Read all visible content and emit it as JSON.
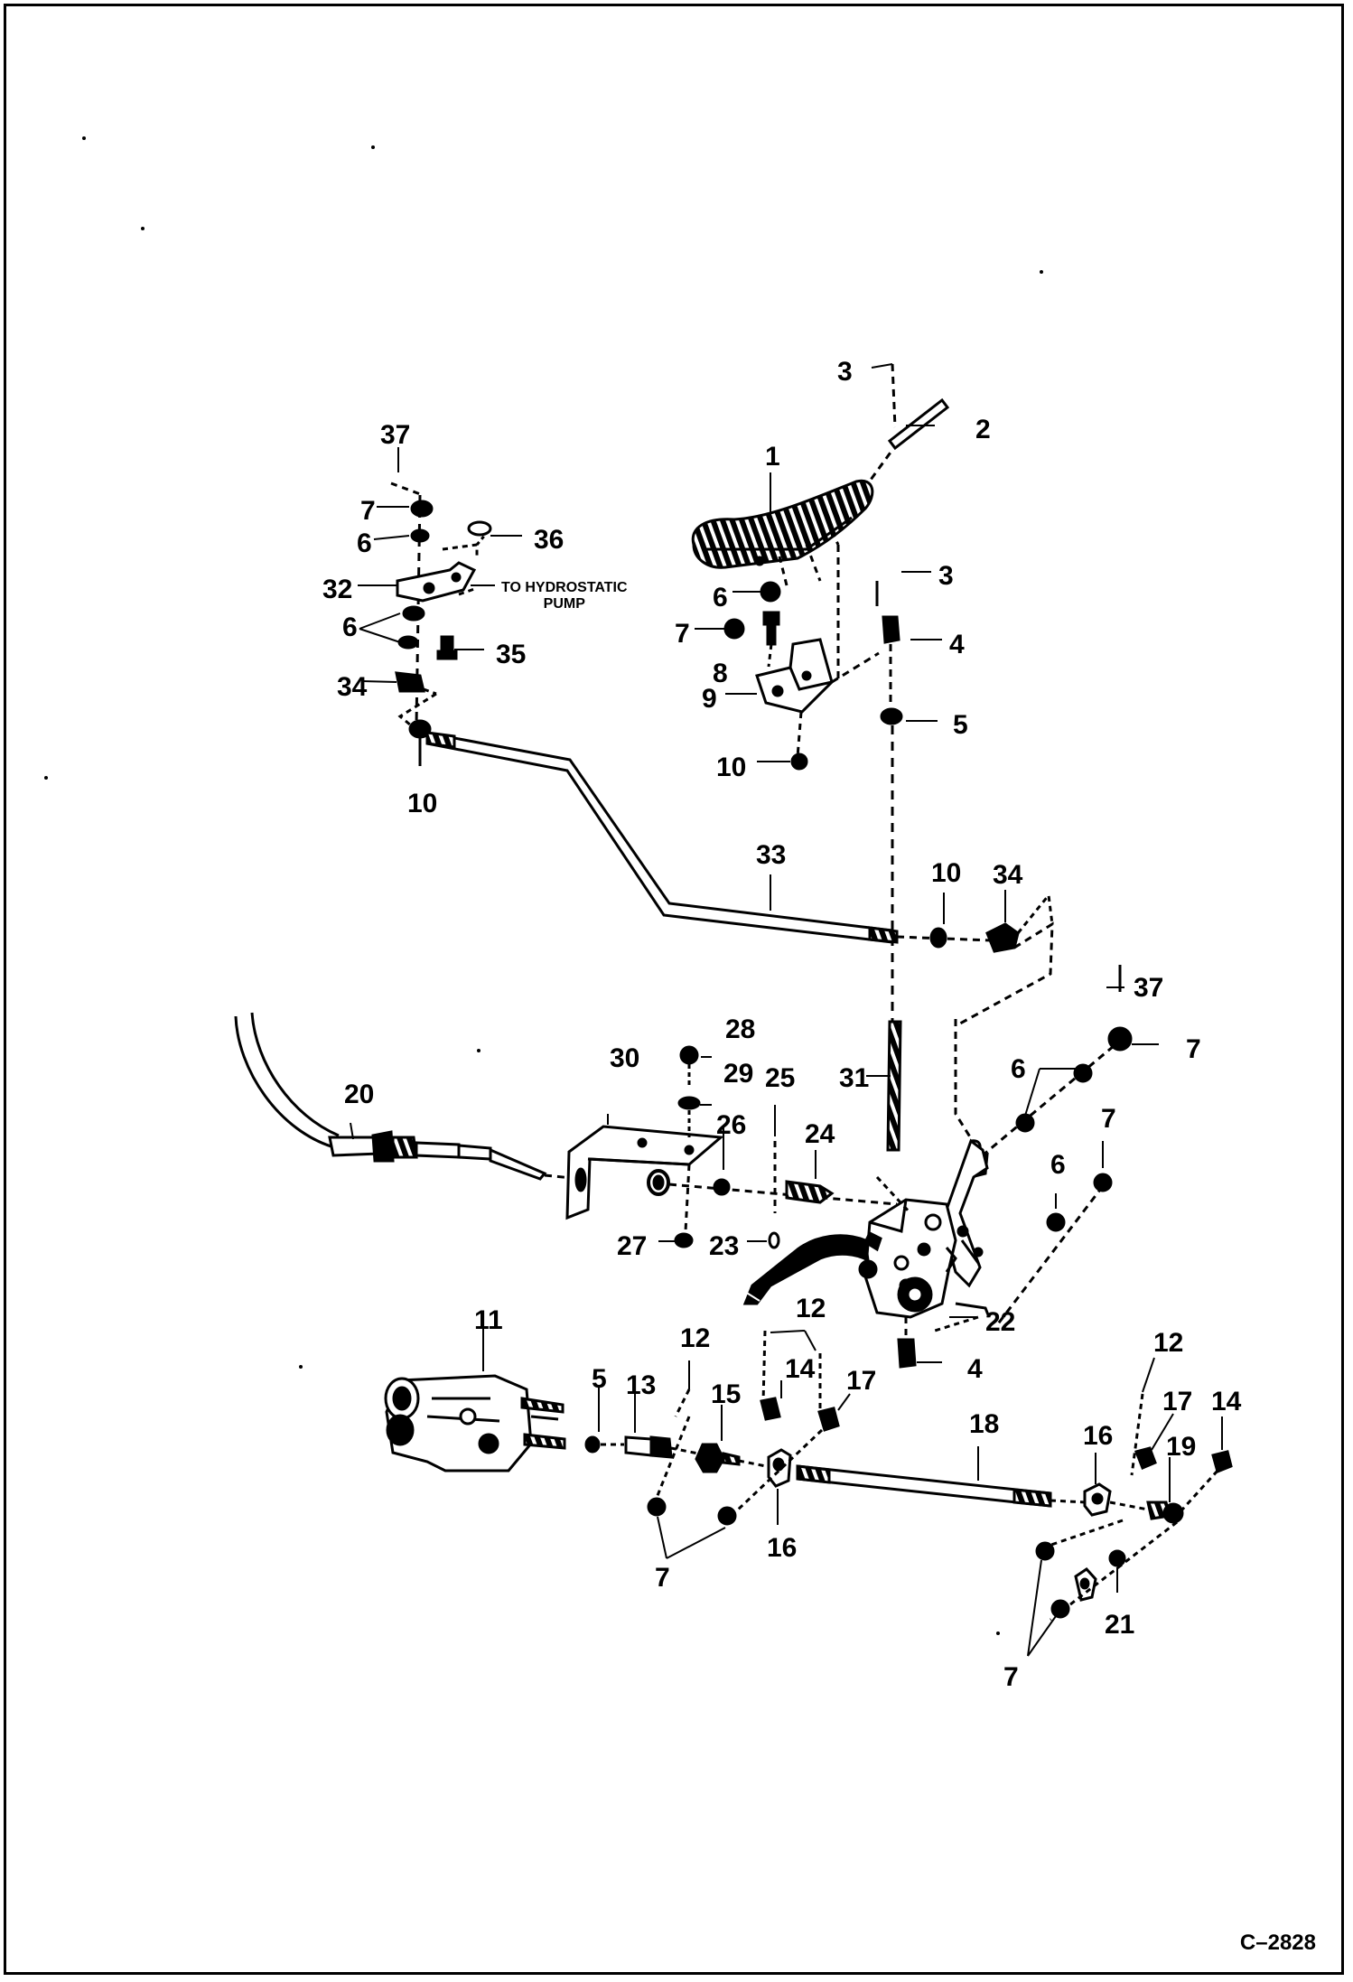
{
  "drawing_code": "C–2828",
  "note": {
    "line1": "TO  HYDROSTATIC",
    "line2": "PUMP"
  },
  "callouts": [
    "37",
    "7",
    "6",
    "36",
    "32",
    "6",
    "35",
    "34",
    "10",
    "3",
    "2",
    "1",
    "3",
    "4",
    "6",
    "7",
    "8",
    "9",
    "5",
    "10",
    "33",
    "10",
    "34",
    "37",
    "7",
    "28",
    "30",
    "29",
    "25",
    "31",
    "6",
    "7",
    "20",
    "26",
    "24",
    "6",
    "27",
    "23",
    "22",
    "12",
    "11",
    "12",
    "5",
    "13",
    "15",
    "14",
    "17",
    "4",
    "18",
    "12",
    "17",
    "14",
    "16",
    "19",
    "7",
    "16",
    "21",
    "7"
  ]
}
